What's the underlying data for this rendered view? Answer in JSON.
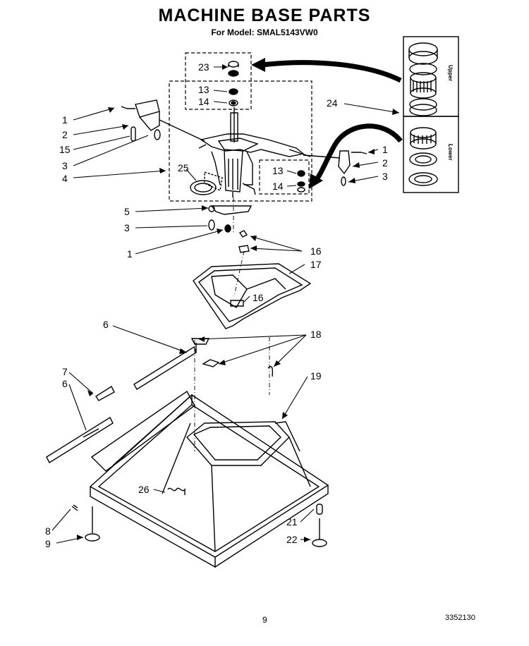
{
  "title": "MACHINE BASE PARTS",
  "subtitle": "For Model: SMAL5143VW0",
  "page_number": "9",
  "document_code": "3352130",
  "inset_labels": {
    "upper": "Upper",
    "lower": "Lower"
  },
  "callouts": [
    {
      "id": "c23",
      "text": "23"
    },
    {
      "id": "c13a",
      "text": "13"
    },
    {
      "id": "c14a",
      "text": "14"
    },
    {
      "id": "c24",
      "text": "24"
    },
    {
      "id": "c1a",
      "text": "1"
    },
    {
      "id": "c2a",
      "text": "2"
    },
    {
      "id": "c15",
      "text": "15"
    },
    {
      "id": "c3a",
      "text": "3"
    },
    {
      "id": "c4",
      "text": "4"
    },
    {
      "id": "c25",
      "text": "25"
    },
    {
      "id": "c1b",
      "text": "1"
    },
    {
      "id": "c2b",
      "text": "2"
    },
    {
      "id": "c3b",
      "text": "3"
    },
    {
      "id": "c13b",
      "text": "13"
    },
    {
      "id": "c14b",
      "text": "14"
    },
    {
      "id": "c5",
      "text": "5"
    },
    {
      "id": "c3c",
      "text": "3"
    },
    {
      "id": "c1c",
      "text": "1"
    },
    {
      "id": "c16a",
      "text": "16"
    },
    {
      "id": "c17",
      "text": "17"
    },
    {
      "id": "c16b",
      "text": "16"
    },
    {
      "id": "c6a",
      "text": "6"
    },
    {
      "id": "c18",
      "text": "18"
    },
    {
      "id": "c7",
      "text": "7"
    },
    {
      "id": "c6b",
      "text": "6"
    },
    {
      "id": "c19",
      "text": "19"
    },
    {
      "id": "c26",
      "text": "26"
    },
    {
      "id": "c8",
      "text": "8"
    },
    {
      "id": "c9a",
      "text": "9"
    },
    {
      "id": "c21",
      "text": "21"
    },
    {
      "id": "c22",
      "text": "22"
    }
  ]
}
